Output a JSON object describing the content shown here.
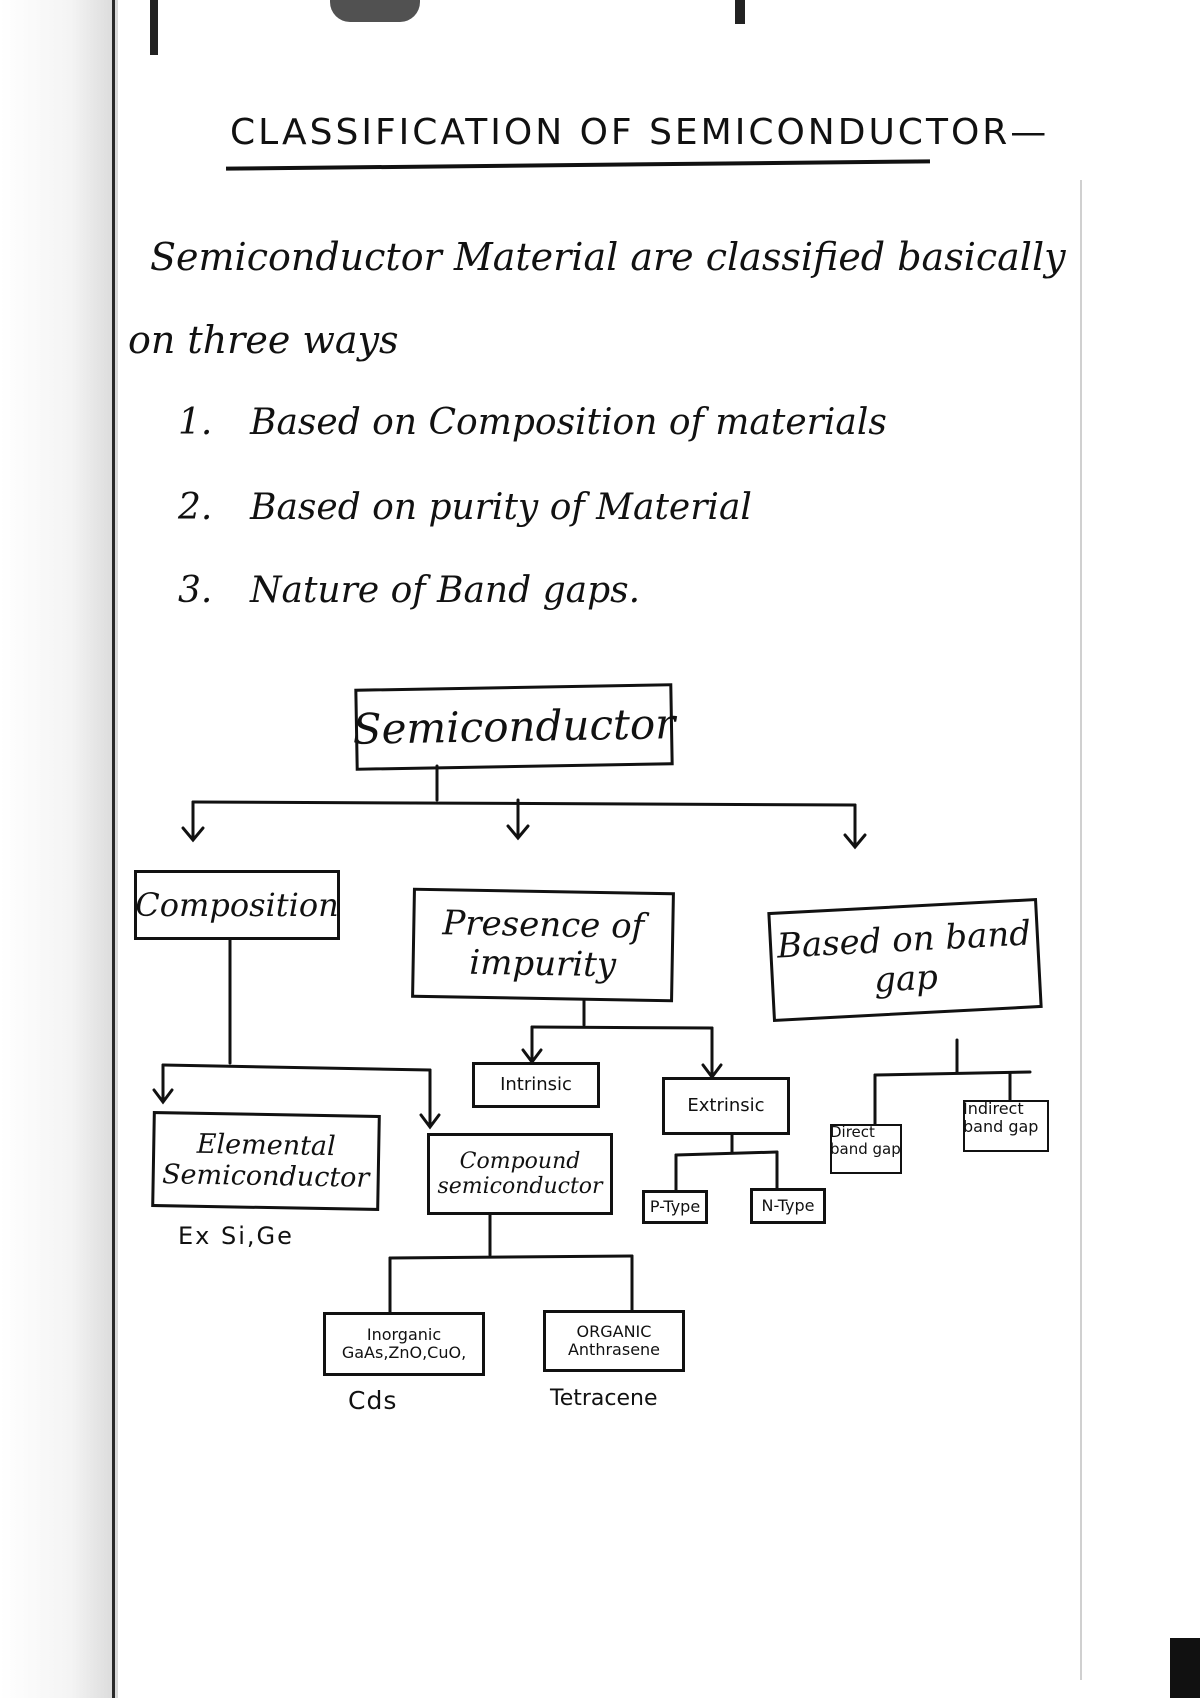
{
  "title": "CLASSIFICATION OF SEMICONDUCTOR—",
  "intro": {
    "line1": "Semiconductor Material are classified basically",
    "line2": "on three ways"
  },
  "list": [
    {
      "num": "1.",
      "text": "Based on Composition of materials"
    },
    {
      "num": "2.",
      "text": "Based on purity of Material"
    },
    {
      "num": "3.",
      "text": "Nature of Band gaps."
    }
  ],
  "tree": {
    "root": "Semiconductor",
    "composition": "Composition",
    "impurity": "Presence of impurity",
    "bandgap": "Based on band gap",
    "elemental": "Elemental Semiconductor",
    "elemental_example": "Ex Si,Ge",
    "compound": "Compound semiconductor",
    "inorganic": "Inorganic GaAs,ZnO,CuO,",
    "inorganic_extra": "Cds",
    "organic": "ORGANIC Anthrasene",
    "organic_extra": "Tetracene",
    "intrinsic": "Intrinsic",
    "extrinsic": "Extrinsic",
    "ptype": "P-Type",
    "ntype": "N-Type",
    "direct": "Direct band gap",
    "indirect": "Indirect band gap"
  }
}
